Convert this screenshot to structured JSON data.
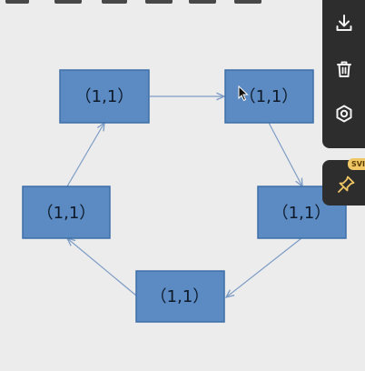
{
  "diagram": {
    "nodes": [
      {
        "id": "top-left",
        "label": "（1,1）"
      },
      {
        "id": "top-right",
        "label": "（1,1）"
      },
      {
        "id": "right",
        "label": "（1,1）"
      },
      {
        "id": "bottom",
        "label": "（1,1）"
      },
      {
        "id": "left",
        "label": "（1,1）"
      }
    ],
    "edges": [
      {
        "from": "top-left",
        "to": "top-right"
      },
      {
        "from": "top-right",
        "to": "right"
      },
      {
        "from": "right",
        "to": "bottom"
      },
      {
        "from": "bottom",
        "to": "left"
      },
      {
        "from": "left",
        "to": "top-left"
      }
    ],
    "colors": {
      "node_fill": "#5b8bc2",
      "node_border": "#3d6ea8",
      "edge": "#7d9cc5",
      "background": "#ececec"
    }
  },
  "toolbar": {
    "items": [
      {
        "name": "download-icon"
      },
      {
        "name": "delete-icon"
      },
      {
        "name": "view-icon"
      }
    ],
    "pin": {
      "name": "pin-icon",
      "badge": "SVIP"
    },
    "colors": {
      "background": "#2d2d2d",
      "badge": "#f0c765"
    }
  }
}
